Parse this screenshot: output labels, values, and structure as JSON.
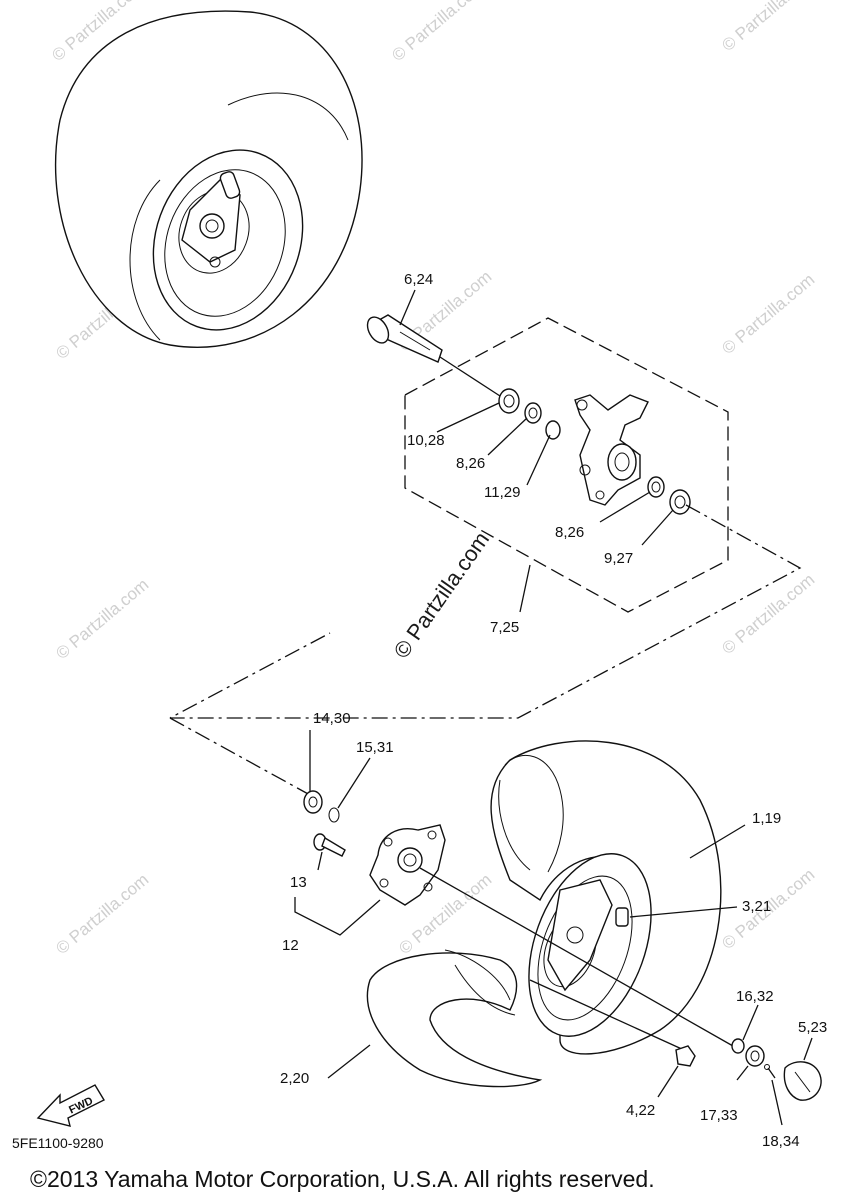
{
  "watermark": "© Partzilla.com",
  "center_watermark": "© Partzilla.com",
  "callouts": {
    "c_6_24": "6,24",
    "c_10_28": "10,28",
    "c_8_26_a": "8,26",
    "c_11_29": "11,29",
    "c_8_26_b": "8,26",
    "c_9_27": "9,27",
    "c_7_25": "7,25",
    "c_14_30": "14,30",
    "c_15_31": "15,31",
    "c_1_19": "1,19",
    "c_13": "13",
    "c_12": "12",
    "c_3_21": "3,21",
    "c_16_32": "16,32",
    "c_5_23": "5,23",
    "c_2_20": "2,20",
    "c_4_22": "4,22",
    "c_17_33": "17,33",
    "c_18_34": "18,34"
  },
  "fwd_label": "FWD",
  "diagram_ref": "5FE1100-9280",
  "copyright": "©2013 Yamaha Motor Corporation, U.S.A. All rights reserved."
}
